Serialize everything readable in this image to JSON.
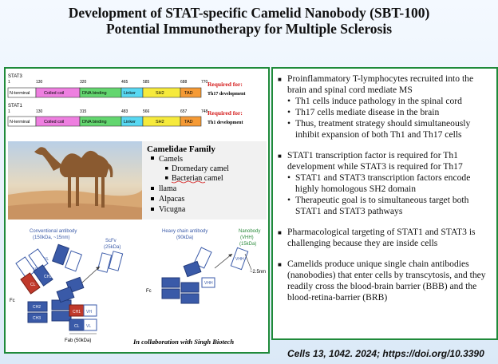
{
  "title": {
    "line1": "Development of STAT-specific Camelid Nanobody (SBT-100)",
    "line2": "Potential Immunotherapy for Multiple Sclerosis"
  },
  "stat3": {
    "name": "STAT3",
    "start": "1",
    "positions": [
      "130",
      "320",
      "465",
      "585",
      "688",
      "770"
    ],
    "domains": [
      "N-terminal",
      "Coiled coil",
      "DNA binding",
      "Linker",
      "SH2",
      "TAD"
    ],
    "required_label": "Required for:",
    "development": "Th17 development"
  },
  "stat1": {
    "name": "STAT1",
    "start": "1",
    "positions": [
      "130",
      "315",
      "483",
      "566",
      "657",
      "748"
    ],
    "domains": [
      "N-terminal",
      "Coiled coil",
      "DNA binding",
      "Linker",
      "SH2",
      "TAD"
    ],
    "required_label": "Required for:",
    "development": "Th1 development"
  },
  "camelidae": {
    "heading": "Camelidae Family",
    "camels": "Camels",
    "dromedary": "Dromedary camel",
    "bactrian": "Bacterian camel",
    "llama": "llama",
    "alpacas": "Alpacas",
    "vicugna": "Vicugna"
  },
  "antibody": {
    "conventional_title": "Conventional antibody",
    "conventional_size": "(150kDa, ~15nm)",
    "scfv": "ScFv",
    "scfv_size": "(25kDa)",
    "heavy_title": "Heavy chain antibody",
    "heavy_size": "(90kDa)",
    "nanobody": "Nanobody",
    "nanobody_vhh": "(VHH)",
    "nanobody_size": "(15kDa)",
    "nanobody_dim": "~2.5nm",
    "fc": "Fc",
    "fab": "Fab (50kDa)",
    "vh": "VH",
    "vl": "VL",
    "ch1": "CH1",
    "ch2": "CH2",
    "ch3": "CH3",
    "cl": "CL",
    "vhh": "VHH"
  },
  "collaboration": "In collaboration with Singh Biotech",
  "bullets": [
    {
      "text": "Proinflammatory T-lymphocytes recruited into the brain and spinal cord mediate MS",
      "subs": [
        "Th1 cells induce pathology in the spinal cord",
        "Th17 cells mediate disease in the brain",
        "Thus, treatment strategy should simultaneously inhibit expansion of both Th1 and Th17 cells"
      ]
    },
    {
      "text": "STAT1 transcription factor is required for Th1 development while STAT3 is required for Th17",
      "subs": [
        "STAT1 and STAT3 transcription factors encode highly homologous SH2 domain",
        "Therapeutic goal is to simultaneous target both STAT1 and STAT3 pathways"
      ]
    },
    {
      "text": "Pharmacological targeting of STAT1 and STAT3 is challenging because they are inside cells",
      "subs": []
    },
    {
      "text": "Camelids produce unique single chain antibodies (nanobodies) that enter cells by transcytosis, and they readily cross the blood-brain barrier (BBB) and the blood-retina-barrier (BRB)",
      "subs": []
    }
  ],
  "citation": "Cells 13, 1042. 2024; https://doi.org/10.3390",
  "colors": {
    "panel_border": "#1f8a3a",
    "ntd": "#ffffff",
    "coiled": "#ee7fe0",
    "dna": "#63d66f",
    "linker": "#58d8f2",
    "sh2": "#f6ea3c",
    "tad": "#f59a35",
    "required": "#d41818"
  }
}
